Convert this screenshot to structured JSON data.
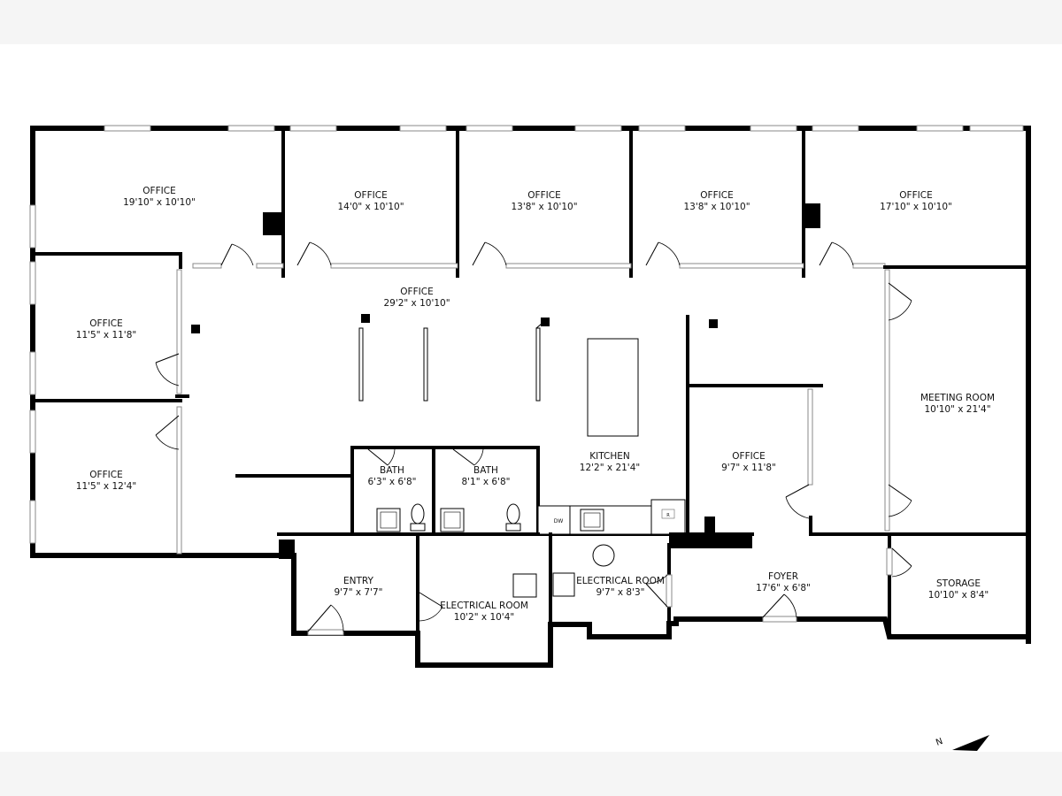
{
  "rooms": [
    {
      "id": "office-1",
      "name": "OFFICE",
      "dims": "19'10\" x 10'10\""
    },
    {
      "id": "office-2",
      "name": "OFFICE",
      "dims": "14'0\" x 10'10\""
    },
    {
      "id": "office-3",
      "name": "OFFICE",
      "dims": "13'8\" x 10'10\""
    },
    {
      "id": "office-4",
      "name": "OFFICE",
      "dims": "13'8\" x 10'10\""
    },
    {
      "id": "office-5",
      "name": "OFFICE",
      "dims": "17'10\" x 10'10\""
    },
    {
      "id": "office-open",
      "name": "OFFICE",
      "dims": "29'2\" x 10'10\""
    },
    {
      "id": "office-west-upper",
      "name": "OFFICE",
      "dims": "11'5\" x 11'8\""
    },
    {
      "id": "office-west-lower",
      "name": "OFFICE",
      "dims": "11'5\" x 12'4\""
    },
    {
      "id": "meeting-room",
      "name": "MEETING ROOM",
      "dims": "10'10\" x 21'4\""
    },
    {
      "id": "kitchen",
      "name": "KITCHEN",
      "dims": "12'2\" x 21'4\""
    },
    {
      "id": "office-center",
      "name": "OFFICE",
      "dims": "9'7\" x 11'8\""
    },
    {
      "id": "bath-1",
      "name": "BATH",
      "dims": "6'3\" x 6'8\""
    },
    {
      "id": "bath-2",
      "name": "BATH",
      "dims": "8'1\" x 6'8\""
    },
    {
      "id": "entry",
      "name": "ENTRY",
      "dims": "9'7\" x 7'7\""
    },
    {
      "id": "electrical-1",
      "name": "ELECTRICAL ROOM",
      "dims": "10'2\" x 10'4\""
    },
    {
      "id": "electrical-2",
      "name": "ELECTRICAL ROOM",
      "dims": "9'7\" x 8'3\""
    },
    {
      "id": "foyer",
      "name": "FOYER",
      "dims": "17'6\" x 6'8\""
    },
    {
      "id": "storage",
      "name": "STORAGE",
      "dims": "10'10\" x 8'4\""
    }
  ],
  "fixtures": {
    "dishwasher": "DW",
    "range": "R"
  },
  "compass": {
    "label": "N",
    "icon": "north-arrow-icon"
  }
}
